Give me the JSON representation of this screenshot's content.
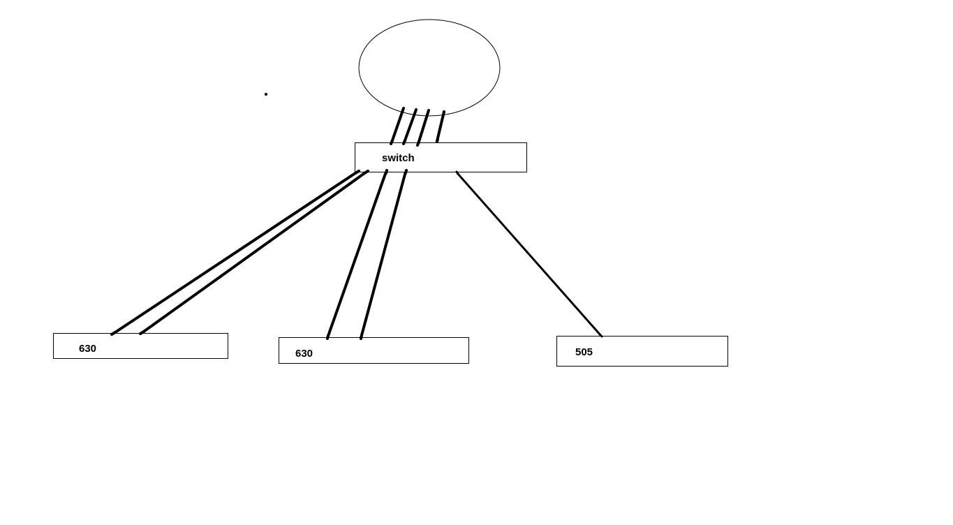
{
  "diagram": {
    "switch": {
      "label": "switch"
    },
    "devices": [
      {
        "id": "device-a",
        "label": "630"
      },
      {
        "id": "device-b",
        "label": "630"
      },
      {
        "id": "device-c",
        "label": "505"
      }
    ]
  }
}
